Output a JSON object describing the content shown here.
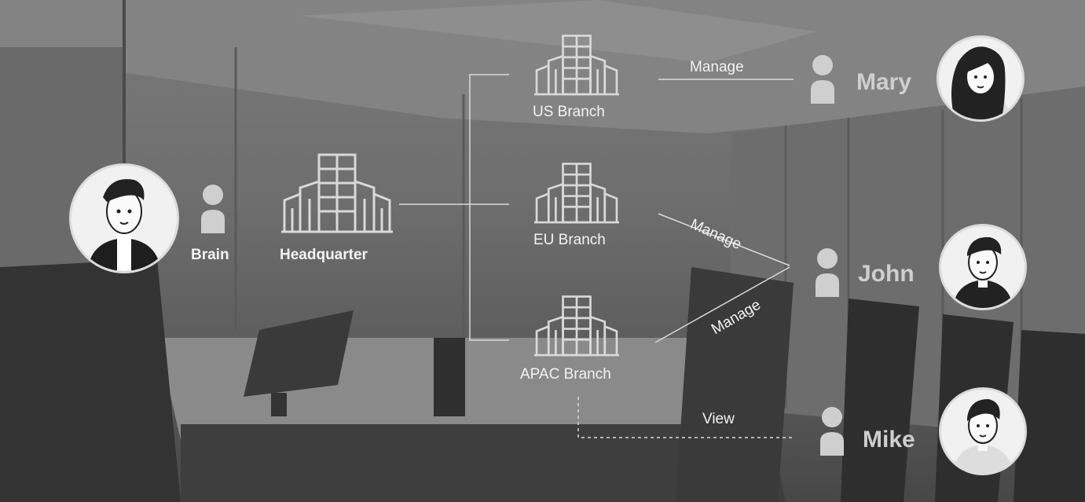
{
  "people": {
    "brain": "Brain",
    "mary": "Mary",
    "john": "John",
    "mike": "Mike"
  },
  "offices": {
    "headquarter": "Headquarter",
    "us": "US Branch",
    "eu": "EU Branch",
    "apac": "APAC Branch"
  },
  "relations": {
    "mary_us": "Manage",
    "john_eu": "Manage",
    "john_apac": "Manage",
    "mike_apac": "View"
  },
  "icons": {
    "building": "building-icon",
    "person": "person-icon",
    "avatar": "cartoon-avatar"
  },
  "colors": {
    "line": "#d9d9d9",
    "text": "#f3f3f3",
    "person_icon": "#cfcfcf"
  }
}
